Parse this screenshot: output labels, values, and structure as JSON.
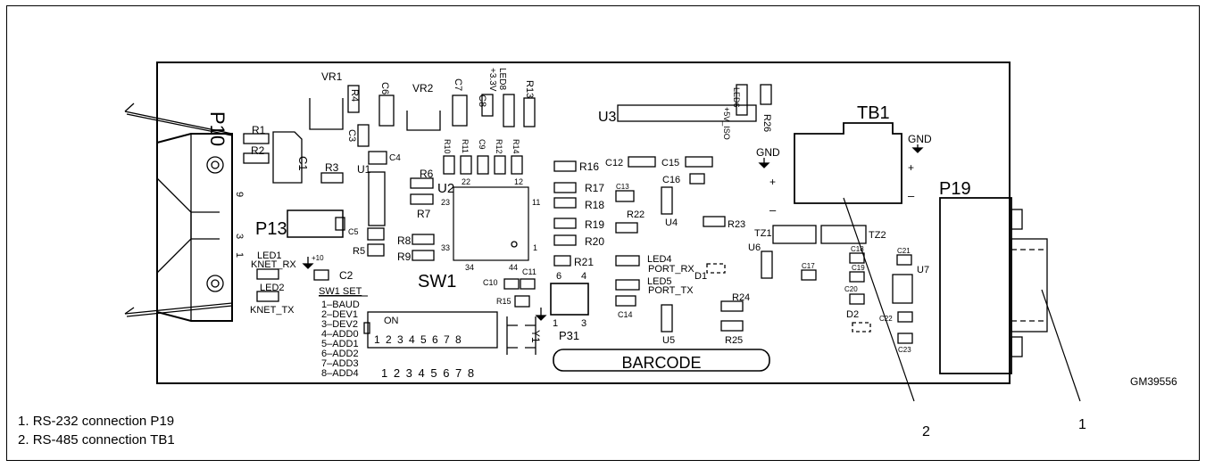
{
  "figure_id": "GM39556",
  "callout_1": "1",
  "callout_2": "2",
  "legend": [
    {
      "num": "1.",
      "text": "RS-232 connection P19"
    },
    {
      "num": "2.",
      "text": "RS-485 connection TB1"
    }
  ],
  "board": {
    "connectors": {
      "p10": "P10",
      "p13": "P13",
      "p19": "P19",
      "tb1": "TB1",
      "p31": "P31",
      "u3": "U3",
      "sw1": "SW1",
      "u2": "U2"
    },
    "p10_pins": {
      "pin9": "9",
      "pin3": "3",
      "pin1": "1"
    },
    "tb1_labels": {
      "gnd_left": "GND",
      "gnd_right": "GND",
      "plus_left": "+",
      "minus_left": "–",
      "plus_right": "+",
      "minus_right": "–"
    },
    "u2_pins": {
      "p22": "22",
      "p12": "12",
      "p23": "23",
      "p11": "11",
      "p33": "33",
      "p1": "1",
      "p34": "34",
      "p44": "44"
    },
    "p31_pins": {
      "p6": "6",
      "p4": "4",
      "p1": "1",
      "p3": "3"
    },
    "barcode": "BARCODE",
    "leds": {
      "led1": "LED1",
      "led2": "LED2",
      "knet_rx": "KNET_RX",
      "knet_tx": "KNET_TX",
      "led4": "LED4",
      "led5": "LED5",
      "port_rx": "PORT_RX",
      "port_tx": "PORT_TX",
      "led8": "LED8",
      "v33": "+3.3V",
      "led6": "LED6",
      "v5iso": "+5V_ISO",
      "plus10": "+10"
    },
    "switch": {
      "title": "SW1 SET",
      "on_label": "ON",
      "settings": [
        "1–BAUD",
        "2–DEV1",
        "3–DEV2",
        "4–ADD0",
        "5–ADD1",
        "6–ADD2",
        "7–ADD3",
        "8–ADD4"
      ],
      "inner_numbers": "1 2 3 4 5 6 7 8",
      "outer_numbers": "1 2 3 4 5 6 7 8"
    },
    "parts": {
      "vr1": "VR1",
      "vr2": "VR2",
      "r1": "R1",
      "r2": "R2",
      "c1": "C1",
      "r3": "R3",
      "u1": "U1",
      "c4": "C4",
      "r4": "R4",
      "c6": "C6",
      "c3": "C3",
      "c7": "C7",
      "c8": "C8",
      "r13": "R13",
      "r10": "R10",
      "r11": "R11",
      "c9": "C9",
      "r12": "R12",
      "r14": "R14",
      "r6": "R6",
      "r7": "R7",
      "c5": "C5",
      "r5": "R5",
      "r8": "R8",
      "r9": "R9",
      "c2": "C2",
      "r16": "R16",
      "r17": "R17",
      "r18": "R18",
      "r19": "R19",
      "r20": "R20",
      "r21": "R21",
      "r22": "R22",
      "c13": "C13",
      "c12": "C12",
      "c15": "C15",
      "c16": "C16",
      "u4": "U4",
      "r23": "R23",
      "r26": "R26",
      "c10": "C10",
      "c11": "C11",
      "r15": "R15",
      "y1": "Y1",
      "d1": "D1",
      "c14": "C14",
      "u5": "U5",
      "r24": "R24",
      "r25": "R25",
      "tz1": "TZ1",
      "tz2": "TZ2",
      "u6": "U6",
      "c17": "C17",
      "c18": "C18",
      "c19": "C19",
      "c20": "C20",
      "c21": "C21",
      "u7": "U7",
      "d2": "D2",
      "c22": "C22",
      "c23": "C23"
    }
  }
}
